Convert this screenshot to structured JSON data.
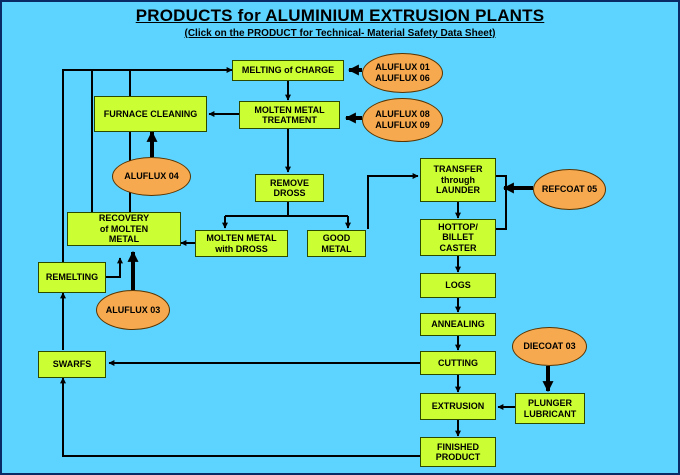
{
  "title": "PRODUCTS for ALUMINIUM EXTRUSION PLANTS",
  "subtitle": "(Click on the PRODUCT for Technical- Material Safety Data Sheet)",
  "boxes": {
    "melting": "MELTING of CHARGE",
    "molten_treatment": "MOLTEN METAL\nTREATMENT",
    "furnace_cleaning": "FURNACE CLEANING",
    "remove_dross": "REMOVE\nDROSS",
    "recovery": "RECOVERY\nof MOLTEN\nMETAL",
    "molten_dross": "MOLTEN METAL\nwith DROSS",
    "good_metal": "GOOD\nMETAL",
    "transfer": "TRANSFER\nthrough\nLAUNDER",
    "hottop": "HOTTOP/\nBILLET\nCASTER",
    "remelting": "REMELTING",
    "logs": "LOGS",
    "annealing": "ANNEALING",
    "swarfs": "SWARFS",
    "cutting": "CUTTING",
    "extrusion": "EXTRUSION",
    "plunger": "PLUNGER\nLUBRICANT",
    "finished": "FINISHED\nPRODUCT"
  },
  "products": {
    "aluflux_01_06": "ALUFLUX 01\nALUFLUX 06",
    "aluflux_08_09": "ALUFLUX 08\nALUFLUX 09",
    "aluflux_04": "ALUFLUX 04",
    "aluflux_03": "ALUFLUX 03",
    "refcoat_05": "REFCOAT 05",
    "diecoat_03": "DIECOAT 03"
  },
  "colors": {
    "background": "#5cd4ff",
    "process_box": "#ccff33",
    "product_oval": "#f6a94e",
    "line": "#000000"
  }
}
